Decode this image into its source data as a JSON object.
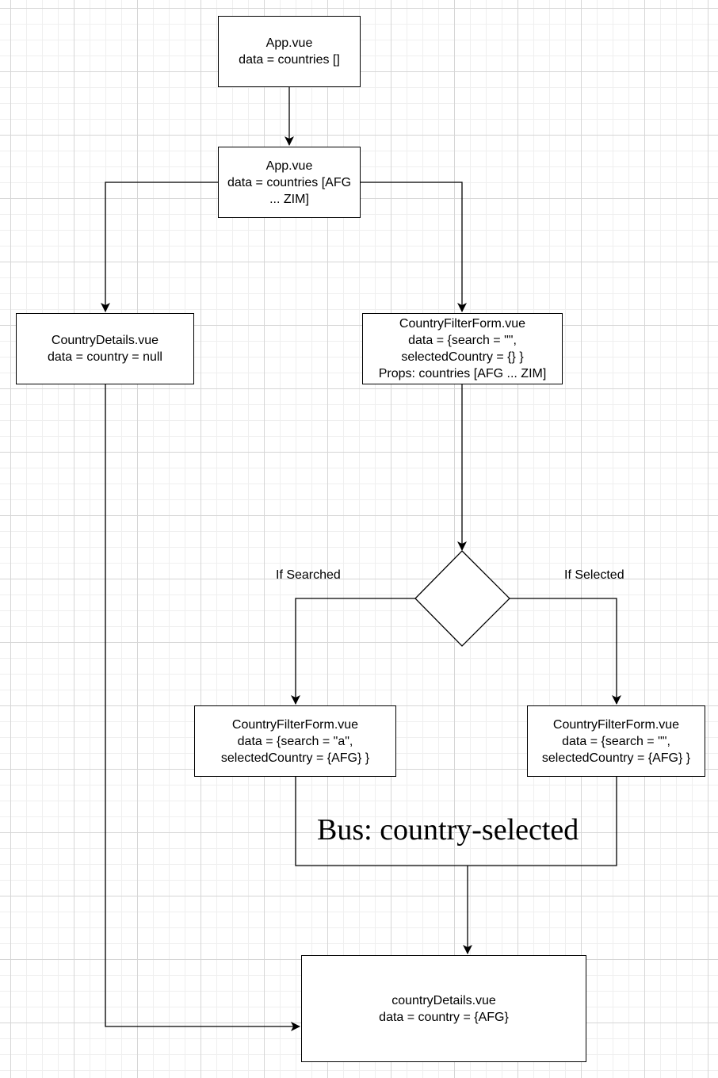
{
  "colors": {
    "stroke": "#000000",
    "box_fill": "#ffffff",
    "grid_major": "#d6d6d6",
    "grid_minor": "#efefef"
  },
  "nodes": {
    "app_initial": {
      "line1": "App.vue",
      "line2": "data = countries []"
    },
    "app_loaded": {
      "line1": "App.vue",
      "line2": "data = countries [AFG",
      "line3": "... ZIM]"
    },
    "country_details_initial": {
      "line1": "CountryDetails.vue",
      "line2": "data = country = null"
    },
    "filter_form": {
      "line1": "CountryFilterForm.vue",
      "line2": "data = {search = \"\",",
      "line3": "selectedCountry = {} }",
      "line4": "Props: countries [AFG ... ZIM]"
    },
    "filter_searched": {
      "line1": "CountryFilterForm.vue",
      "line2": "data = {search = \"a\",",
      "line3": "selectedCountry = {AFG} }"
    },
    "filter_selected": {
      "line1": "CountryFilterForm.vue",
      "line2": "data = {search = \"\",",
      "line3": "selectedCountry = {AFG} }"
    },
    "country_details_final": {
      "line1": "countryDetails.vue",
      "line2": "data = country = {AFG}"
    }
  },
  "edge_labels": {
    "if_searched": "If Searched",
    "if_selected": "If Selected"
  },
  "bus": {
    "label": "Bus: country-selected"
  }
}
